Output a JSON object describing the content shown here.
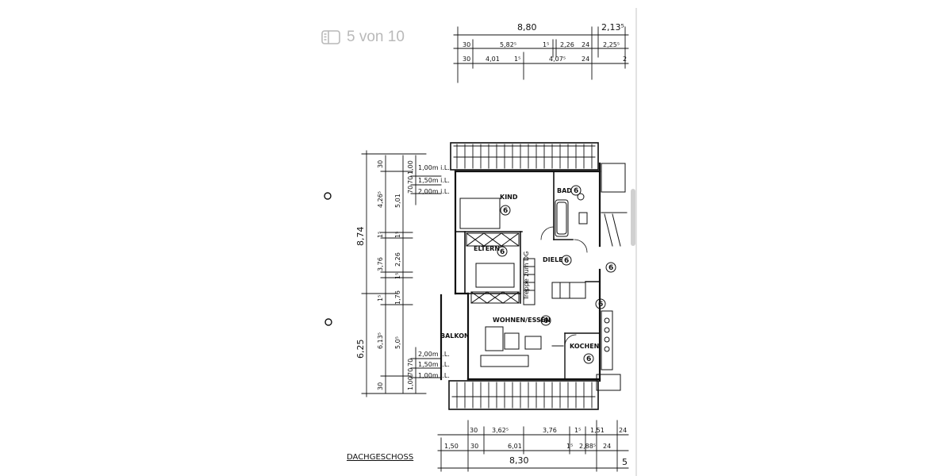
{
  "viewer": {
    "page_indicator": "5 von 10",
    "page_indicator_icon": "sidebar-pages-icon"
  },
  "plan": {
    "title": "DACHGESCHOSS",
    "page_mark": "5",
    "rooms": {
      "kind": "KIND",
      "bad": "BAD",
      "eltern": "ELTERN",
      "diele": "DIELE",
      "wohnen_essen": "WOHNEN/ESSEN",
      "kochen": "KOCHEN",
      "balkon": "BALKON",
      "stair": "Treppe zum DG"
    },
    "room_mark": "6",
    "top_dims": {
      "overall": "8,80",
      "overall_right": "2,13⁵",
      "row1": [
        "30",
        "5,82⁵",
        "1⁵",
        "2,26",
        "24",
        "2,25⁵"
      ],
      "row2": [
        "30",
        "4,01",
        "1⁵",
        "4,07⁵",
        "24",
        "2"
      ]
    },
    "bottom_dims": {
      "row1": [
        "30",
        "3,62⁵",
        "3,76",
        "1⁵",
        "1,51",
        "24"
      ],
      "row2": [
        "1,50",
        "30",
        "6,01",
        "1⁵",
        "2,88⁵",
        "24"
      ],
      "overall": "8,30"
    },
    "left_dims": {
      "overall_upper": "8,74",
      "overall_lower": "6,25",
      "col1": [
        "4,26⁵",
        "1⁵",
        "3,76",
        "1⁵",
        "6,13⁵"
      ],
      "col2": [
        "30",
        "5,01",
        "1⁵",
        "2,26",
        "1⁵",
        "1,76",
        "5,0⁵",
        "30"
      ],
      "col3_upper": [
        "1,00",
        "70",
        "70"
      ],
      "col3_lower": [
        "70",
        "70",
        "1,00"
      ]
    },
    "heights": {
      "upper": [
        "1,00m i.L.",
        "1,50m i.L.",
        "2,00m i.L."
      ],
      "lower": [
        "2,00m i.L.",
        "1,50m i.L.",
        "1,00m i.L."
      ]
    }
  }
}
